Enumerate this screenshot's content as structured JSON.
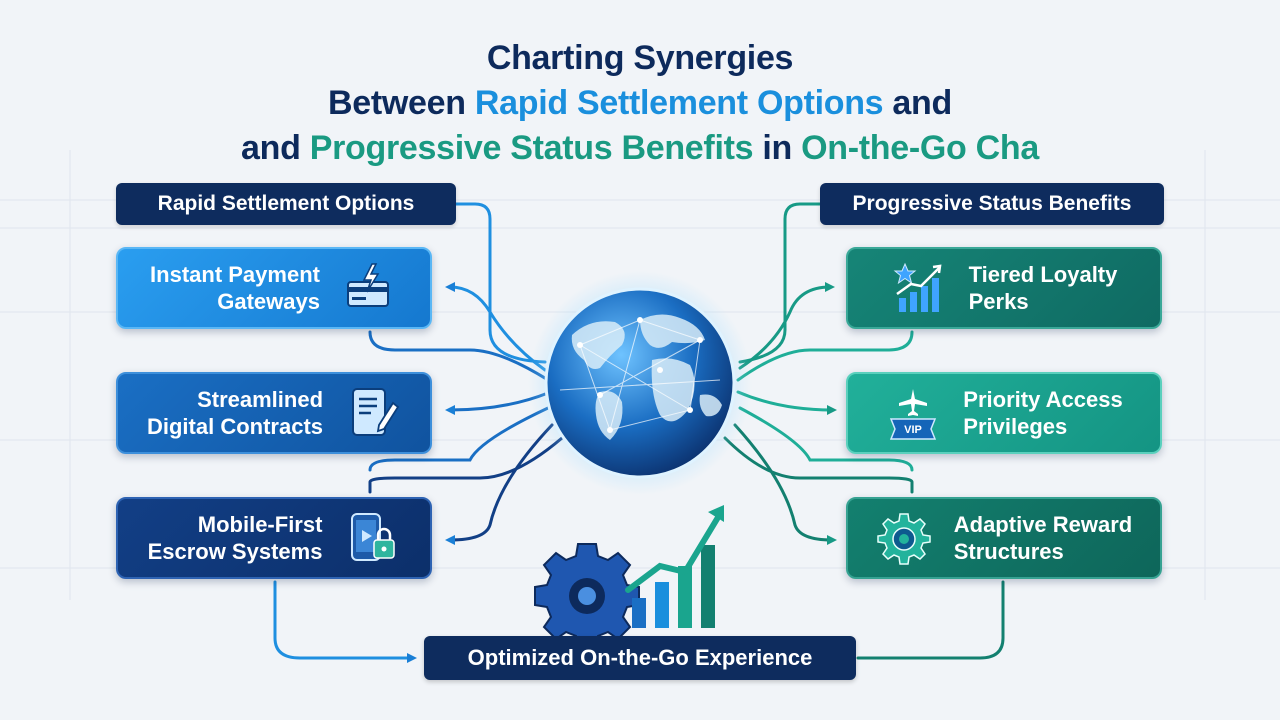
{
  "title": {
    "line1": "Charting Synergies",
    "line2_prefix": "Between ",
    "line2_highlight": "Rapid Settlement Options",
    "line2_suffix": " and",
    "line3_prefix": "and ",
    "line3_highlight": "Progressive Status Benefits",
    "line3_middle": " in ",
    "line3_highlight2": "On-the-Go Cha"
  },
  "left": {
    "header": "Rapid Settlement Options",
    "items": [
      {
        "label": "Instant Payment\nGateways",
        "icon": "credit-card-lightning-icon"
      },
      {
        "label": "Streamlined\nDigital Contracts",
        "icon": "tablet-document-pen-icon"
      },
      {
        "label": "Mobile-First\nEscrow Systems",
        "icon": "phone-lock-icon"
      }
    ]
  },
  "right": {
    "header": "Progressive Status Benefits",
    "items": [
      {
        "label": "Tiered Loyalty\nPerks",
        "icon": "star-growth-chart-icon"
      },
      {
        "label": "Priority Access\nPrivileges",
        "icon": "vip-plane-icon"
      },
      {
        "label": "Adaptive Reward\nStructures",
        "icon": "gear-icon"
      }
    ]
  },
  "center": {
    "icon": "globe-network-icon"
  },
  "bottom": {
    "label": "Optimized On-the-Go Experience",
    "icon": "gear-growth-chart-icon"
  },
  "colors": {
    "navy": "#0e2c5e",
    "blue_accent": "#1a8fdd",
    "teal_accent": "#1a9a82",
    "background": "#f1f4f8"
  }
}
